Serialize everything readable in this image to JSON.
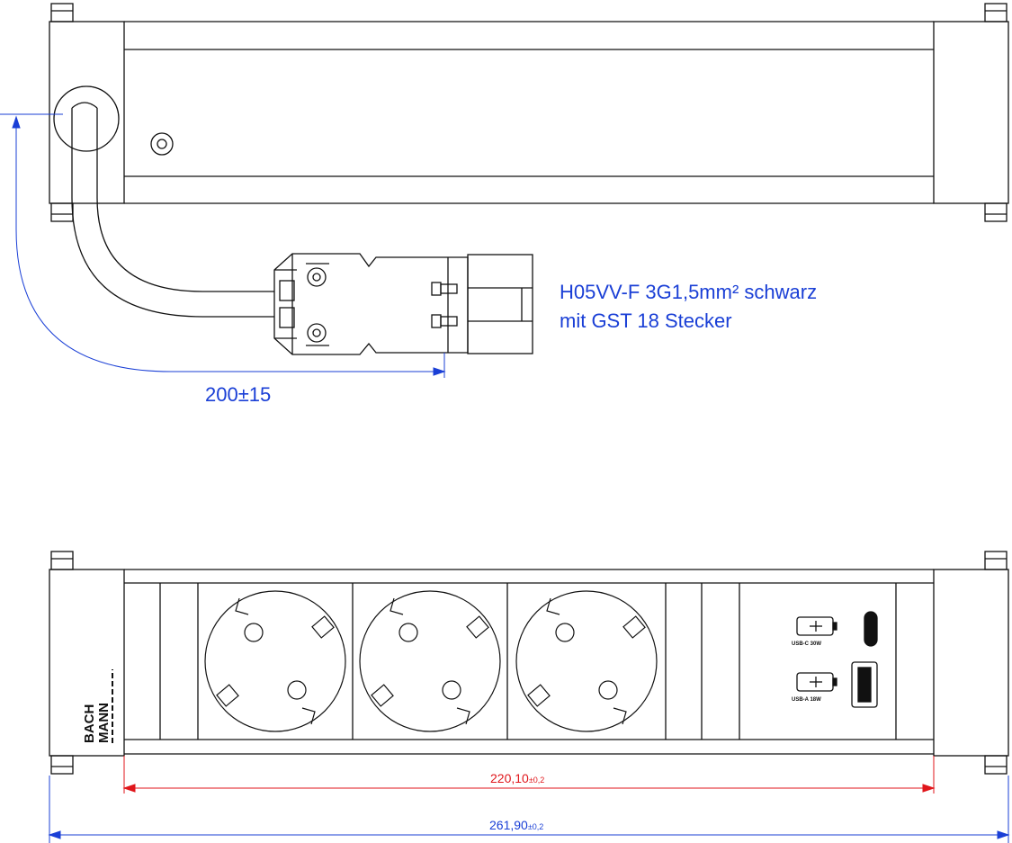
{
  "cable_note": {
    "line1": "H05VV-F 3G1,5mm² schwarz",
    "line2": "mit GST 18 Stecker"
  },
  "cable_length_dim": {
    "value": "200",
    "tolerance": "±15"
  },
  "inner_width_dim": {
    "value": "220,10",
    "tolerance": "±0,2"
  },
  "overall_width_dim": {
    "value": "261,90",
    "tolerance": "±0,2"
  },
  "brand": {
    "line1": "BACH",
    "line2": "MANN"
  },
  "usb_modules": [
    {
      "label": "USB-C 30W"
    },
    {
      "label": "USB-A 18W"
    }
  ],
  "colors": {
    "dimension_blue": "#1a3fd6",
    "dimension_red": "#e0161b",
    "outline": "#111111"
  }
}
